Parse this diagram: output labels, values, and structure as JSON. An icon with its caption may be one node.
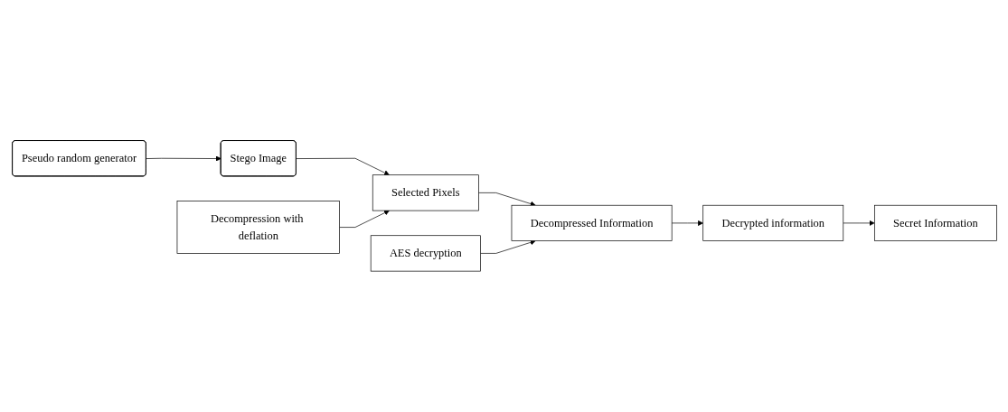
{
  "diagram": {
    "nodes": [
      {
        "text": [
          "Pseudo random generator"
        ]
      },
      {
        "text": [
          "Stego Image"
        ]
      },
      {
        "text": [
          "Decompression with deflation"
        ]
      },
      {
        "text": [
          "Selected Pixels"
        ]
      },
      {
        "text": [
          "AES decryption"
        ]
      },
      {
        "text": [
          "Decompressed Information"
        ]
      },
      {
        "text": [
          "Decrypted information"
        ]
      },
      {
        "text": [
          "Secret Information"
        ]
      }
    ],
    "edges": [
      {
        "from": 0,
        "to": 1,
        "arrow": "to"
      },
      {
        "from": 1,
        "to": 3,
        "arrow": "to"
      },
      {
        "from": 2,
        "to": 3,
        "arrow": "to"
      },
      {
        "from": 3,
        "to": 5,
        "arrow": "to"
      },
      {
        "from": 4,
        "to": 5,
        "arrow": "to"
      },
      {
        "from": 5,
        "to": 6,
        "arrow": "to"
      },
      {
        "from": 6,
        "to": 7,
        "arrow": "to"
      }
    ]
  }
}
